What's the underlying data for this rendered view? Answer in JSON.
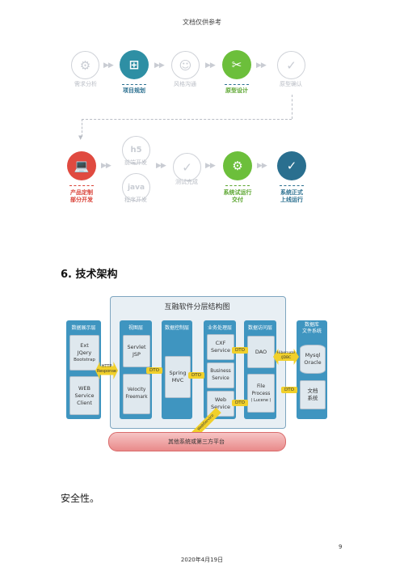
{
  "header": {
    "text": "文档仅供参考"
  },
  "flow": {
    "row1": [
      {
        "label": "需求分析",
        "style": "faded"
      },
      {
        "label": "项目规划",
        "style": "teal"
      },
      {
        "label": "风格沟通",
        "style": "faded"
      },
      {
        "label": "原型设计",
        "style": "green"
      },
      {
        "label": "原型确认",
        "style": "faded"
      }
    ],
    "row2": [
      {
        "label": "产品定制\n部分开发",
        "style": "red"
      },
      {
        "label": "前端开发",
        "style": "faded",
        "glyph": "h5"
      },
      {
        "label": "程序开发",
        "style": "faded",
        "glyph": "java"
      },
      {
        "label": "测试完成",
        "style": "faded"
      },
      {
        "label": "系统试运行\n交付",
        "style": "green"
      },
      {
        "label": "系统正式\n上线运行",
        "style": "blue"
      }
    ]
  },
  "section": {
    "number": "6.",
    "title": "技术架构"
  },
  "architecture": {
    "title": "互融软件分层结构图",
    "display_layer": {
      "head": "数据展示层",
      "top_box": [
        "Ext",
        "JQery",
        "Bootstrap"
      ],
      "bottom_box": [
        "WEB",
        "Service",
        "Client"
      ]
    },
    "http_label": [
      "HTTP",
      "Response"
    ],
    "view_layer": {
      "head": "视图层",
      "boxes": [
        [
          "Servlet",
          "JSP"
        ],
        [
          "Velocity",
          "Freemark"
        ]
      ]
    },
    "control_layer": {
      "head": "数据控制层",
      "box": [
        "Spring",
        "MVC"
      ]
    },
    "business_layer": {
      "head": "业务处理层",
      "boxes": [
        [
          "CXF",
          "Service"
        ],
        [
          "Business",
          "Service"
        ],
        [
          "Web",
          "Service"
        ]
      ]
    },
    "access_layer": {
      "head": "数据访问层",
      "boxes": [
        [
          "DAO"
        ],
        [
          "File",
          "Process",
          "( Lucene )"
        ]
      ]
    },
    "db_layer": {
      "head": [
        "数据库",
        "文件系统"
      ],
      "db": [
        "Mysql",
        "Oracle"
      ],
      "file": [
        "文档",
        "系统"
      ]
    },
    "hibernate_label": [
      "Hibernate",
      "/JDBC"
    ],
    "dto": "DTO",
    "webservice_label": "WebService",
    "platform": "其他系统或第三方平台"
  },
  "body": {
    "safety": "安全性。"
  },
  "footer": {
    "date": "2020年4月19日",
    "page": "9"
  }
}
